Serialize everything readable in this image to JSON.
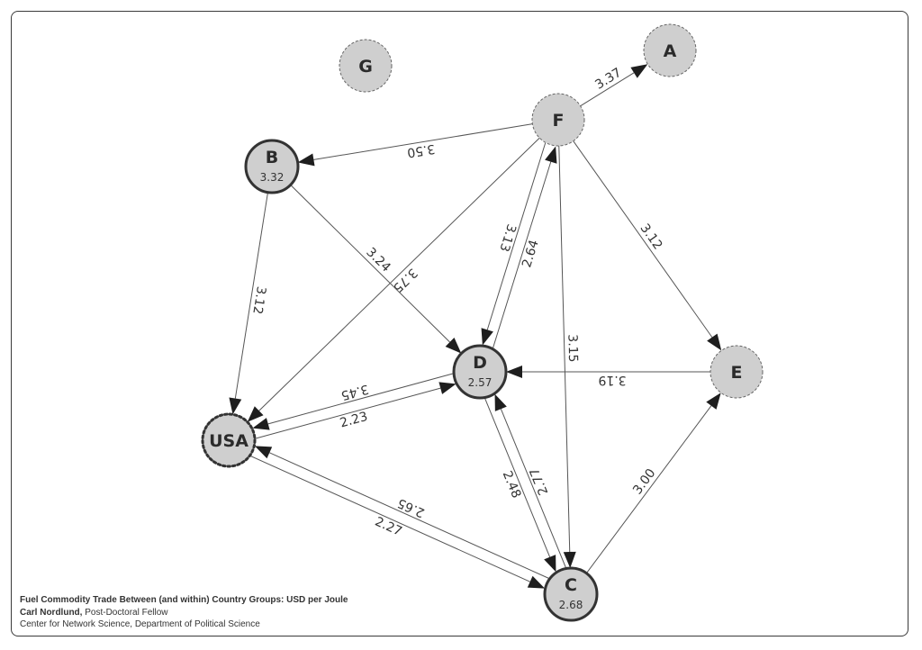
{
  "caption": {
    "title": "Fuel Commodity Trade Between (and within) Country Groups: USD per Joule",
    "author_name": "Carl Nordlund,",
    "author_role": " Post-Doctoral Fellow",
    "affiliation": "Center for Network Science, Department of Political Science"
  },
  "colors": {
    "node_fill": "#cfcfcf",
    "node_stroke": "#333333",
    "edge": "#555555",
    "arrow": "#1e1e1e"
  },
  "nodes": [
    {
      "id": "G",
      "label": "G",
      "value": null,
      "style": "dashed"
    },
    {
      "id": "A",
      "label": "A",
      "value": null,
      "style": "dashed"
    },
    {
      "id": "F",
      "label": "F",
      "value": null,
      "style": "dashed"
    },
    {
      "id": "B",
      "label": "B",
      "value": "3.32",
      "style": "solid"
    },
    {
      "id": "D",
      "label": "D",
      "value": "2.57",
      "style": "solid"
    },
    {
      "id": "E",
      "label": "E",
      "value": null,
      "style": "dashed"
    },
    {
      "id": "USA",
      "label": "USA",
      "value": null,
      "style": "dotted"
    },
    {
      "id": "C",
      "label": "C",
      "value": "2.68",
      "style": "solid"
    }
  ],
  "edges": [
    {
      "from": "F",
      "to": "A",
      "label": "3.37"
    },
    {
      "from": "F",
      "to": "B",
      "label": "3.50"
    },
    {
      "from": "F",
      "to": "E",
      "label": "3.12"
    },
    {
      "from": "F",
      "to": "D",
      "label": "3.13"
    },
    {
      "from": "D",
      "to": "F",
      "label": "2.64"
    },
    {
      "from": "F",
      "to": "USA",
      "label": "3.75"
    },
    {
      "from": "F",
      "to": "C",
      "label": "3.15"
    },
    {
      "from": "B",
      "to": "USA",
      "label": "3.12"
    },
    {
      "from": "B",
      "to": "D",
      "label": "3.24"
    },
    {
      "from": "USA",
      "to": "D",
      "label": "2.23"
    },
    {
      "from": "D",
      "to": "USA",
      "label": "3.45"
    },
    {
      "from": "E",
      "to": "D",
      "label": "3.19"
    },
    {
      "from": "D",
      "to": "C",
      "label": "2.48"
    },
    {
      "from": "C",
      "to": "D",
      "label": "2.77"
    },
    {
      "from": "C",
      "to": "E",
      "label": "3.00"
    },
    {
      "from": "USA",
      "to": "C",
      "label": "2.27"
    },
    {
      "from": "C",
      "to": "USA",
      "label": "2.65"
    }
  ]
}
